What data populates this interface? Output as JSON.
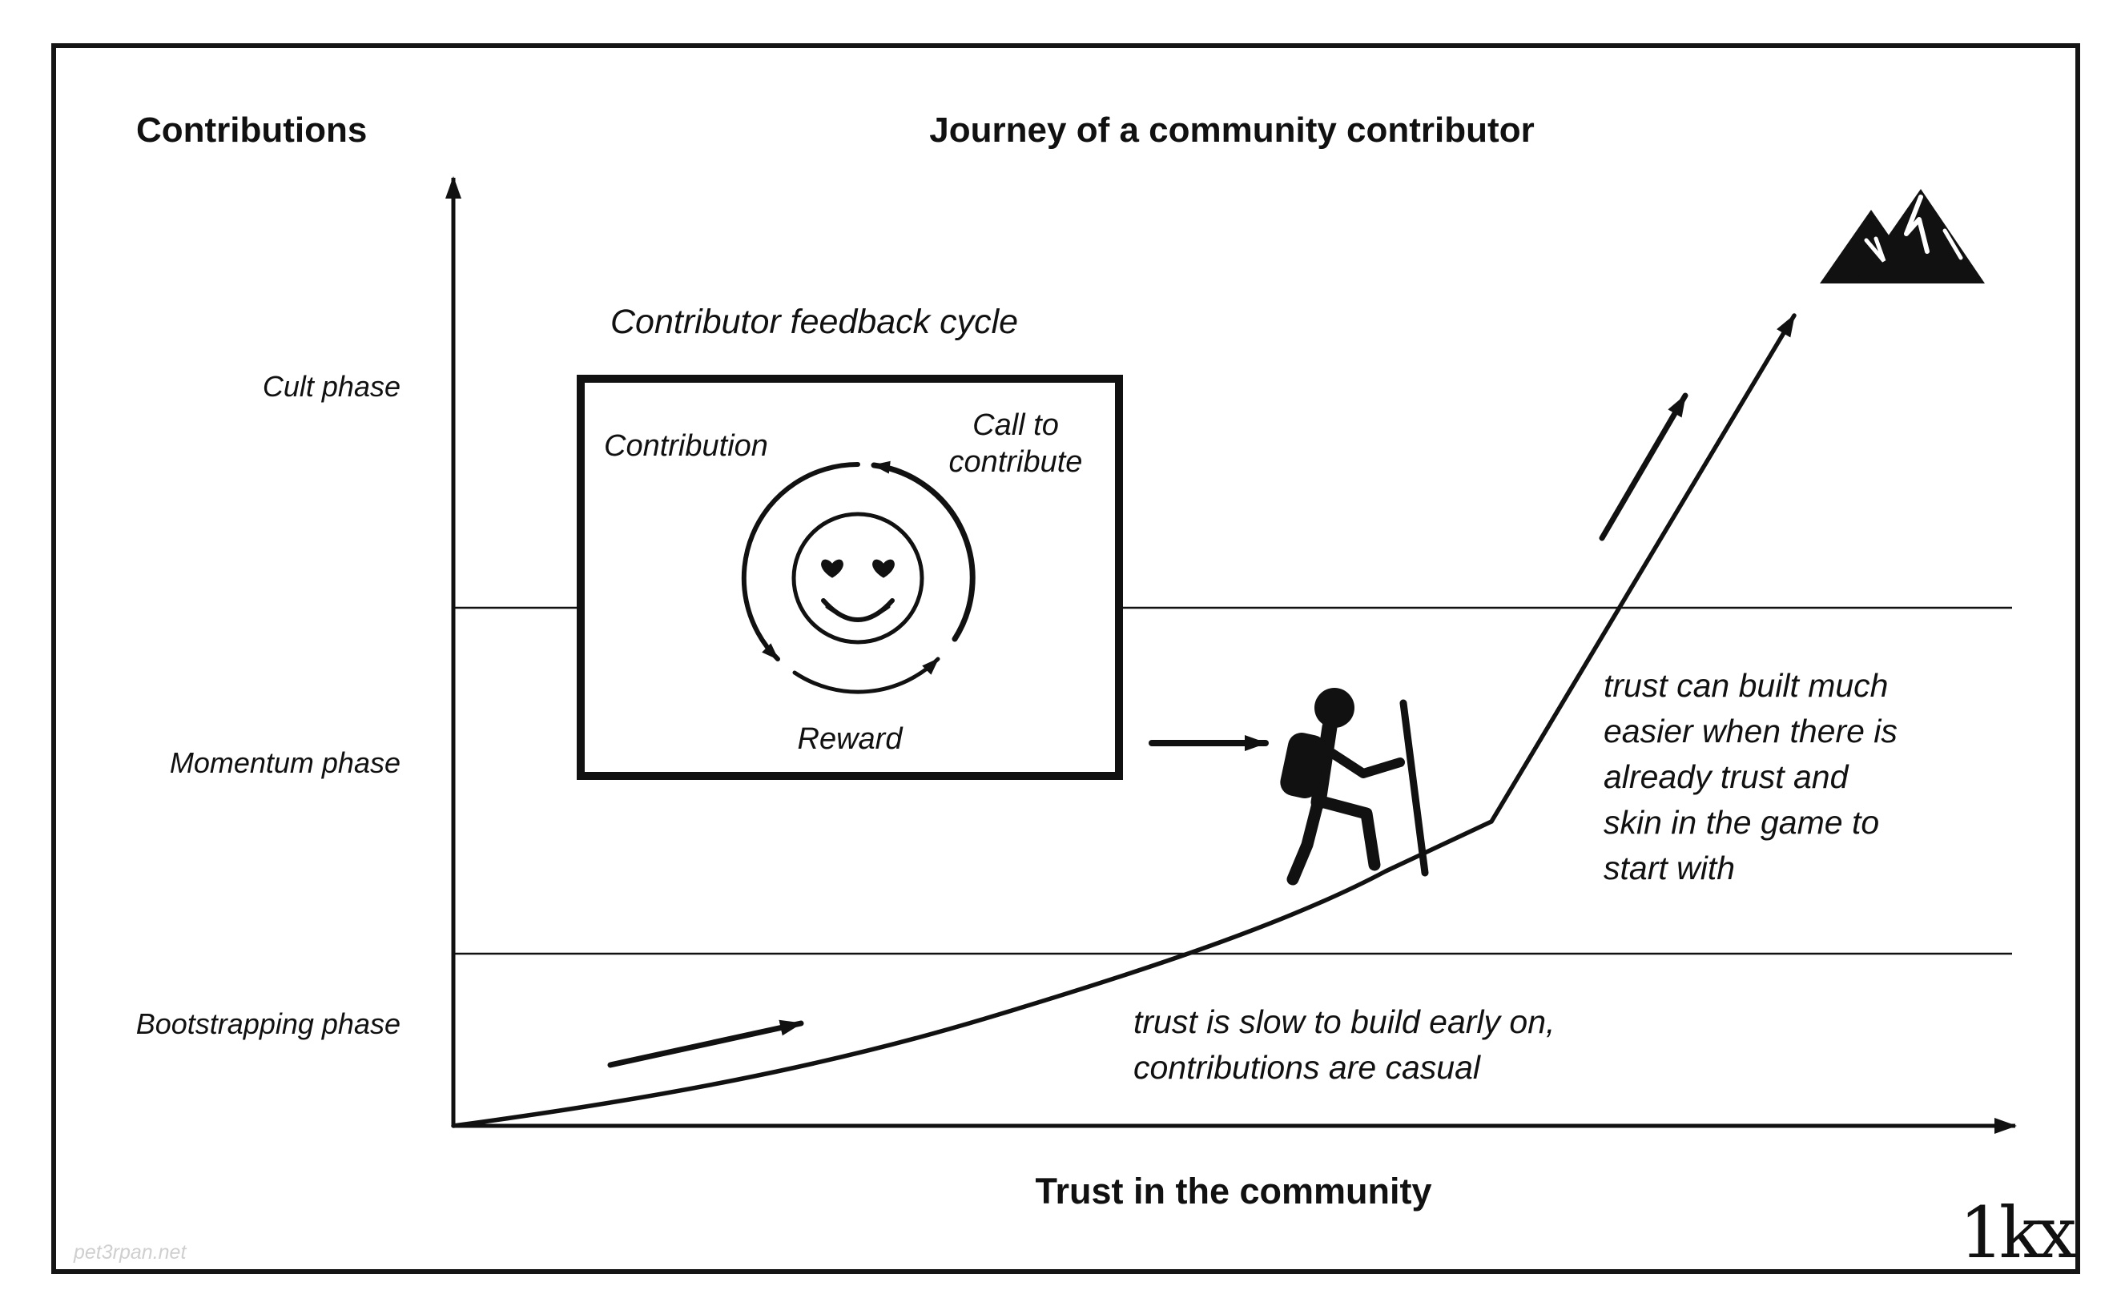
{
  "header": {
    "y_axis_label": "Contributions",
    "title": "Journey of a community contributor"
  },
  "phases": [
    {
      "label": "Cult phase"
    },
    {
      "label": "Momentum phase"
    },
    {
      "label": "Bootstrapping phase"
    }
  ],
  "feedback_cycle": {
    "heading": "Contributor feedback cycle",
    "contribution_label": "Contribution",
    "call_label": "Call to\ncontribute",
    "reward_label": "Reward"
  },
  "annotations": {
    "early_trust": "trust is slow to build early on,\ncontributions are casual",
    "late_trust": "trust can built much\neasier when there is\nalready trust and\nskin in the game to\nstart with"
  },
  "x_axis_label": "Trust in the community",
  "watermark": "pet3rpan.net",
  "logo": "1kx",
  "colors": {
    "ink": "#111111",
    "background": "#ffffff",
    "watermark": "#cfcfcf"
  },
  "icons": {
    "smiley": "heart-eyes-smiley-icon",
    "hiker": "hiker-icon",
    "mountain": "mountain-summit-icon"
  }
}
